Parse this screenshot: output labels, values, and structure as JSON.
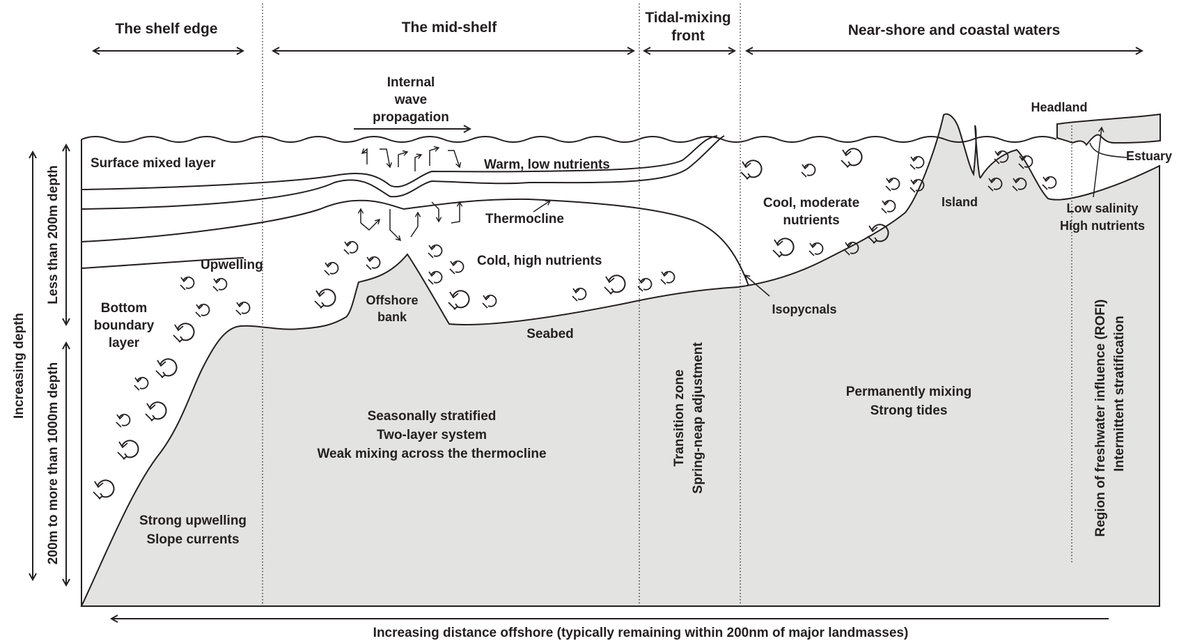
{
  "zones": {
    "shelf_edge": "The shelf edge",
    "mid_shelf": "The mid-shelf",
    "tidal_front_1": "Tidal-mixing",
    "tidal_front_2": "front",
    "nearshore": "Near-shore and coastal waters"
  },
  "labels": {
    "internal_wave_1": "Internal",
    "internal_wave_2": "wave",
    "internal_wave_3": "propagation",
    "surface_mixed_layer": "Surface mixed layer",
    "warm_low_nutrients": "Warm, low nutrients",
    "thermocline": "Thermocline",
    "cold_high_nutrients": "Cold, high nutrients",
    "upwelling": "Upwelling",
    "bottom_boundary_1": "Bottom",
    "bottom_boundary_2": "boundary",
    "bottom_boundary_3": "layer",
    "offshore_bank_1": "Offshore",
    "offshore_bank_2": "bank",
    "seabed": "Seabed",
    "cool_moderate_1": "Cool, moderate",
    "cool_moderate_2": "nutrients",
    "isopycnals": "Isopycnals",
    "island": "Island",
    "headland": "Headland",
    "estuary": "Estuary",
    "low_salinity": "Low salinity",
    "high_nutrients": "High nutrients"
  },
  "regions": {
    "shelf_edge_1": "Strong upwelling",
    "shelf_edge_2": "Slope currents",
    "mid_shelf_1": "Seasonally stratified",
    "mid_shelf_2": "Two-layer system",
    "mid_shelf_3": "Weak mixing across the thermocline",
    "transition_1": "Transition zone",
    "transition_2": "Spring-neap adjustment",
    "nearshore_1": "Permanently mixing",
    "nearshore_2": "Strong tides",
    "rofi_1": "Region of freshwater influence (ROFI)",
    "rofi_2": "Intermittent stratification"
  },
  "axes": {
    "depth": "Increasing depth",
    "less_200": "Less than 200m depth",
    "more_200": "200m to more than 1000m depth",
    "distance": "Increasing distance offshore (typically remaining within 200nm of major landmasses)"
  },
  "colors": {
    "ink": "#231f20",
    "seabed_fill": "#e3e3e1"
  }
}
